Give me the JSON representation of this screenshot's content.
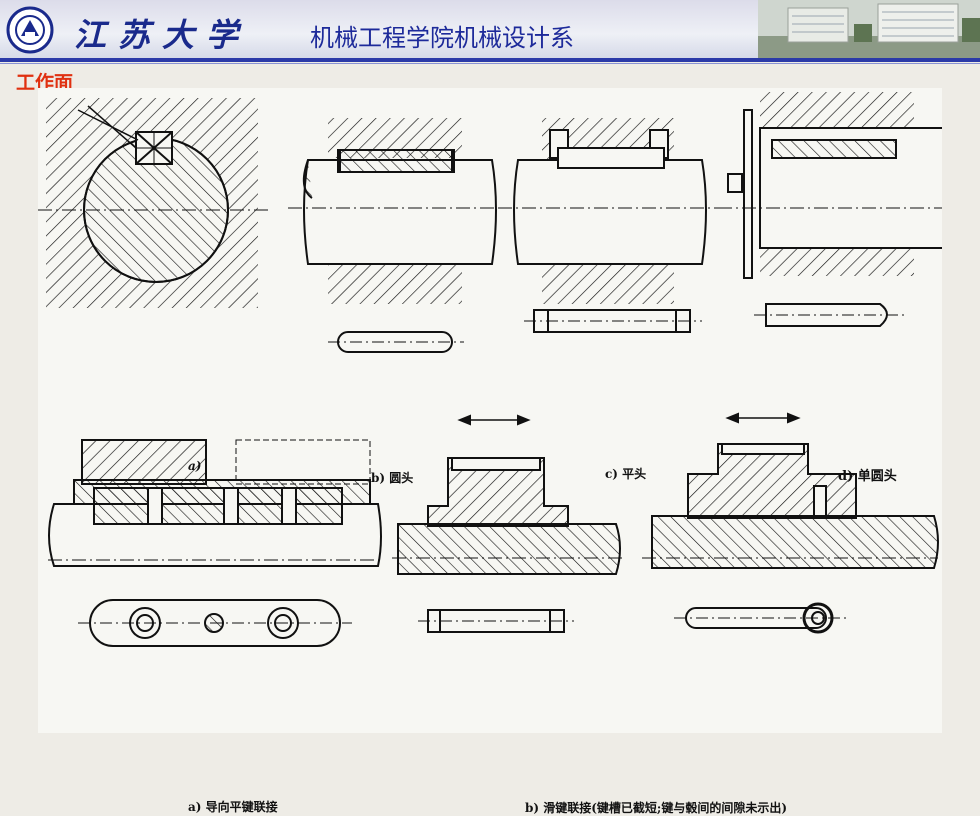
{
  "header": {
    "university_name": "江苏大学",
    "department": "机械工程学院机械设计系"
  },
  "slide": {
    "section_label": "工作面"
  },
  "captions": {
    "a_top": "a)",
    "b_top": "b) 圆头",
    "c_top": "c) 平头",
    "d_top": "d) 单圆头",
    "a_bottom": "a) 导向平键联接",
    "b_bottom": "b) 滑键联接(键槽已截短;键与毂间的间隙未示出)"
  },
  "colors": {
    "title_blue": "#1d2a9a",
    "accent_red": "#e03010",
    "rule_blue": "#2b3aa8"
  }
}
